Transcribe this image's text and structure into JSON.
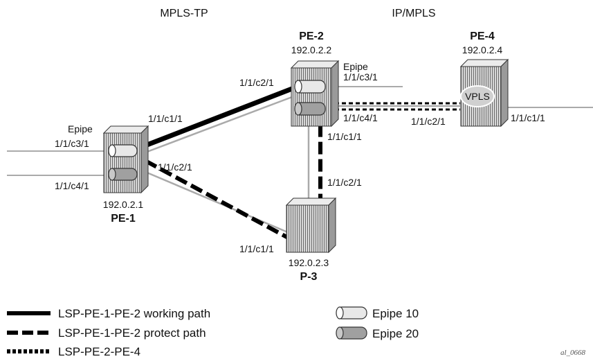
{
  "domains": {
    "left": "MPLS-TP",
    "right": "IP/MPLS"
  },
  "nodes": {
    "pe1": {
      "name": "PE-1",
      "ip": "192.0.2.1"
    },
    "pe2": {
      "name": "PE-2",
      "ip": "192.0.2.2"
    },
    "p3": {
      "name": "P-3",
      "ip": "192.0.2.3"
    },
    "pe4": {
      "name": "PE-4",
      "ip": "192.0.2.4"
    }
  },
  "service_labels": {
    "epipe": "Epipe",
    "vpls": "VPLS"
  },
  "ports": {
    "pe1_c3": "1/1/c3/1",
    "pe1_c4": "1/1/c4/1",
    "pe1_c1": "1/1/c1/1",
    "pe1_c2": "1/1/c2/1",
    "pe2_c2": "1/1/c2/1",
    "pe2_c3": "1/1/c3/1",
    "pe2_c4": "1/1/c4/1",
    "pe2_c1": "1/1/c1/1",
    "p3_c2": "1/1/c2/1",
    "p3_c1": "1/1/c1/1",
    "pe4_c2": "1/1/c2/1",
    "pe4_c1": "1/1/c1/1"
  },
  "legend": {
    "working": "LSP-PE-1-PE-2 working path",
    "protect": "LSP-PE-1-PE-2 protect path",
    "pe2pe4": "LSP-PE-2-PE-4",
    "epipe10": "Epipe 10",
    "epipe20": "Epipe 20"
  },
  "figure_id": "al_0668"
}
